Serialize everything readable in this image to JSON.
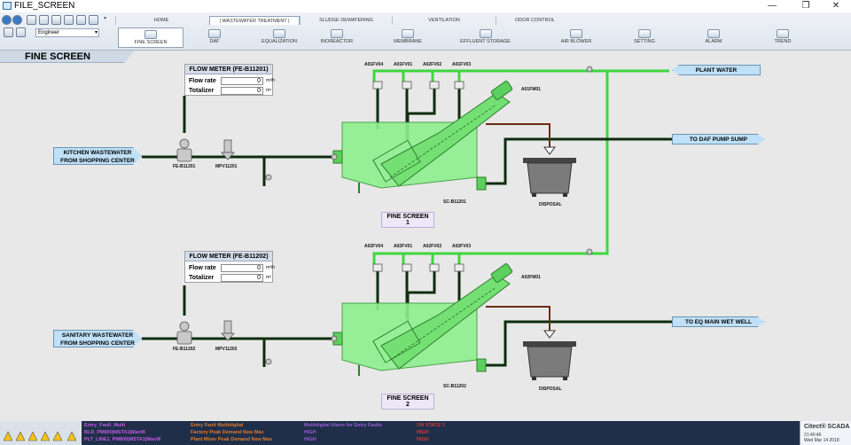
{
  "window": {
    "title": "FILE_SCREEN"
  },
  "toolbar": {
    "user": "Engineer",
    "top_tabs": [
      "HOME",
      "| WASTEWATER TREATMENT |",
      "SLUDGE DEWATERING",
      "VENTILATION",
      "ODOR CONTROL"
    ],
    "bottom_tabs": [
      "FINE SCREEN",
      "DAF",
      "EQUALIZATION",
      "BIOREACTOR",
      "MEMBRANE",
      "EFFLUENT STORAGE",
      "AIR BLOWER",
      "SETTING",
      "ALARM",
      "TREND"
    ]
  },
  "page": {
    "title": "FINE SCREEN"
  },
  "flow_meter_1": {
    "title": "FLOW METER (FE-B11201)",
    "flow_label": "Flow rate",
    "flow_value": "0",
    "flow_unit": "m³/h",
    "total_label": "Totalizer",
    "total_value": "0",
    "total_unit": "m³"
  },
  "flow_meter_2": {
    "title": "FLOW METER (FE-B11202)",
    "flow_label": "Flow rate",
    "flow_value": "0",
    "flow_unit": "m³/h",
    "total_label": "Totalizer",
    "total_value": "0",
    "total_unit": "m³"
  },
  "train1": {
    "inlet_line1": "KITCHEN WASTEWATER",
    "inlet_line2": "FROM SHOPPING CENTER",
    "flow_element": "FE-B11201",
    "manual_valve": "MPV11201",
    "valve_tags": [
      "A01FV04",
      "A01FV01",
      "A02FV02",
      "A01FV03"
    ],
    "motor": "A01FM01",
    "screen_tag": "SC-B11201",
    "disposal": "DISPOSAL",
    "label": "FINE SCREEN 1",
    "outlet": "TO DAF PUMP SUMP"
  },
  "train2": {
    "inlet_line1": "SANITARY WASTEWATER",
    "inlet_line2": "FROM SHOPPING CENTER",
    "flow_element": "FE-B11202",
    "manual_valve": "MPV11202",
    "valve_tags": [
      "A02FV04",
      "A02FV01",
      "A02FV02",
      "A02FV03"
    ],
    "motor": "A02FM01",
    "screen_tag": "SC-B11202",
    "disposal": "DISPOSAL",
    "label": "FINE SCREEN 2",
    "outlet": "TO EQ MAIN WET WELL"
  },
  "plant_water": "PLANT WATER",
  "alarms": {
    "col1": [
      "Entry_Fault_Multi",
      "BLD_PM800|MSTA1|MaxW",
      "PLT_LINE1_PM800|MSTA1|MaxW"
    ],
    "col2": [
      "Entry Fault Multidigital",
      "Factory Peak Demand New Max",
      "Plant Mixer Peak Demand New Max"
    ],
    "col3": [
      "Multidigital Alarm for Entry Faults",
      "HIGH",
      "HIGH"
    ],
    "col4": [
      "ON STATE 3",
      "HIGH",
      "HIGH"
    ],
    "colors": {
      "col1": "#c15be0",
      "col2": "#e07a2e",
      "col3": "#9c5cd6",
      "col4": "#d23a3a"
    }
  },
  "brand": {
    "name": "Citect® SCADA",
    "time": "21:40:46",
    "date": "Wed Mar 14 2018"
  },
  "colors": {
    "pipe_green": "#3ed63e",
    "pipe_dark": "#0e2d0e",
    "tank_fill": "#8ef08e",
    "signal_fill": "#bfe0f7"
  }
}
